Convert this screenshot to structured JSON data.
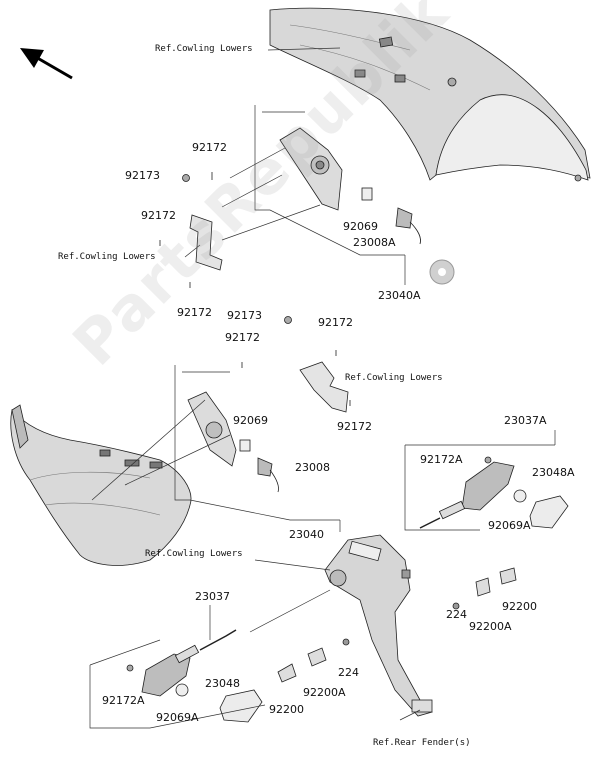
{
  "refs": {
    "cowling_top": "Ref.Cowling Lowers",
    "cowling_left": "Ref.Cowling Lowers",
    "cowling_mid": "Ref.Cowling Lowers",
    "cowling_lower": "Ref.Cowling Lowers",
    "rear_fender": "Ref.Rear Fender(s)"
  },
  "parts": {
    "p92172_a": "92172",
    "p92173_a": "92173",
    "p92172_b": "92172",
    "p92172_c": "92172",
    "p92069_a": "92069",
    "p23008A": "23008A",
    "p23040A": "23040A",
    "p92173_b": "92173",
    "p92172_d": "92172",
    "p92172_e": "92172",
    "p92069_b": "92069",
    "p92172_f": "92172",
    "p23008": "23008",
    "p23040": "23040",
    "p23037A": "23037A",
    "p92172A_a": "92172A",
    "p23048A": "23048A",
    "p92069A_a": "92069A",
    "p92200_a": "92200",
    "p224_a": "224",
    "p92200A_a": "92200A",
    "p23037": "23037",
    "p224_b": "224",
    "p92172A_b": "92172A",
    "p23048": "23048",
    "p92069A_b": "92069A",
    "p92200A_b": "92200A",
    "p92200_b": "92200"
  },
  "watermark": "PartsRepublik",
  "icons": {
    "direction": "arrow-up-left-icon",
    "gear": "gear-icon"
  }
}
